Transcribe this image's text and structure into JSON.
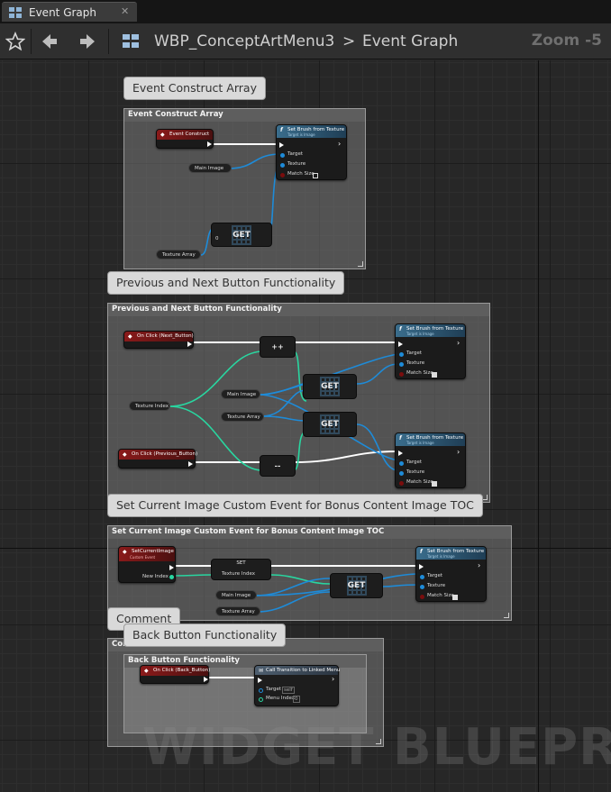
{
  "tab": {
    "title": "Event Graph",
    "close_glyph": "✕",
    "icon": "blueprint-graph-icon"
  },
  "toolbar": {
    "blueprint_name": "WBP_ConceptArtMenu3",
    "separator": ">",
    "graph_name": "Event Graph",
    "zoom": "Zoom -5",
    "icons": [
      "favorite-star-icon",
      "back-arrow-icon",
      "forward-arrow-icon",
      "blueprint-icon"
    ]
  },
  "watermark": "WIDGET BLUEPRINT",
  "colors": {
    "exec": "#ffffff",
    "object": "#1e8bd8",
    "integer": "#29d6a0",
    "event_header": "#8a1a1a",
    "function_header": "#3a6d8c"
  },
  "comments": {
    "construct": {
      "bubble": "Event Construct Array",
      "header": "Event Construct Array"
    },
    "prevnext": {
      "bubble": "Previous and Next Button Functionality",
      "header": "Previous and Next Button Functionality"
    },
    "setcurrent": {
      "bubble": "Set Current Image Custom Event for Bonus Content Image TOC",
      "header": "Set Current Image Custom Event for Bonus Content Image TOC"
    },
    "comment": {
      "bubble": "Comment",
      "header": "Comment"
    },
    "back": {
      "bubble": "Back Button Functionality",
      "header": "Back Button Functionality"
    }
  },
  "nodes": {
    "event_construct": "Event Construct",
    "set_brush": {
      "title": "Set Brush from Texture",
      "subtitle": "Target is Image",
      "target": "Target",
      "texture": "Texture",
      "match_size": "Match Size"
    },
    "main_image": "Main Image",
    "texture_array": "Texture Array",
    "texture_index": "Texture Index",
    "get": "GET",
    "get_index": "0",
    "on_click_next": "On Click (Next_Button)",
    "on_click_prev": "On Click (Previous_Button)",
    "increment": "++",
    "decrement": "--",
    "custom_event": {
      "title": "SetCurrentImage",
      "subtitle": "Custom Event",
      "new_index": "New Index"
    },
    "set": {
      "title": "SET",
      "pin": "Texture Index"
    },
    "on_click_back": "On Click (Back_Button)",
    "call_transition": {
      "title": "Call Transition to Linked Menu",
      "target": "Target",
      "target_value": "self",
      "menu_index": "Menu Index",
      "menu_index_value": "0"
    }
  }
}
